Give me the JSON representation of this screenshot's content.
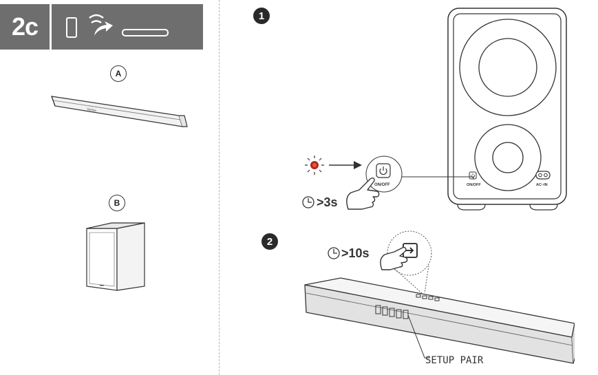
{
  "header": {
    "step_badge": "2c",
    "icons": [
      "phone-icon",
      "wireless-icon",
      "soundbar-icon"
    ]
  },
  "devices": {
    "label_a": "A",
    "label_b": "B",
    "soundbar_brand": "Vertex"
  },
  "step1": {
    "number": "1",
    "timer": ">3s",
    "button_label": "ON/OFF",
    "panel_onoff_label": "ON/OFF",
    "panel_ac_label": "AC~IN"
  },
  "step2": {
    "number": "2",
    "timer": ">10s",
    "annotation": "SETUP PAIR"
  },
  "colors": {
    "header_gray": "#6e6e6e",
    "line_dark": "#333333",
    "led_red": "#b02a1e"
  }
}
